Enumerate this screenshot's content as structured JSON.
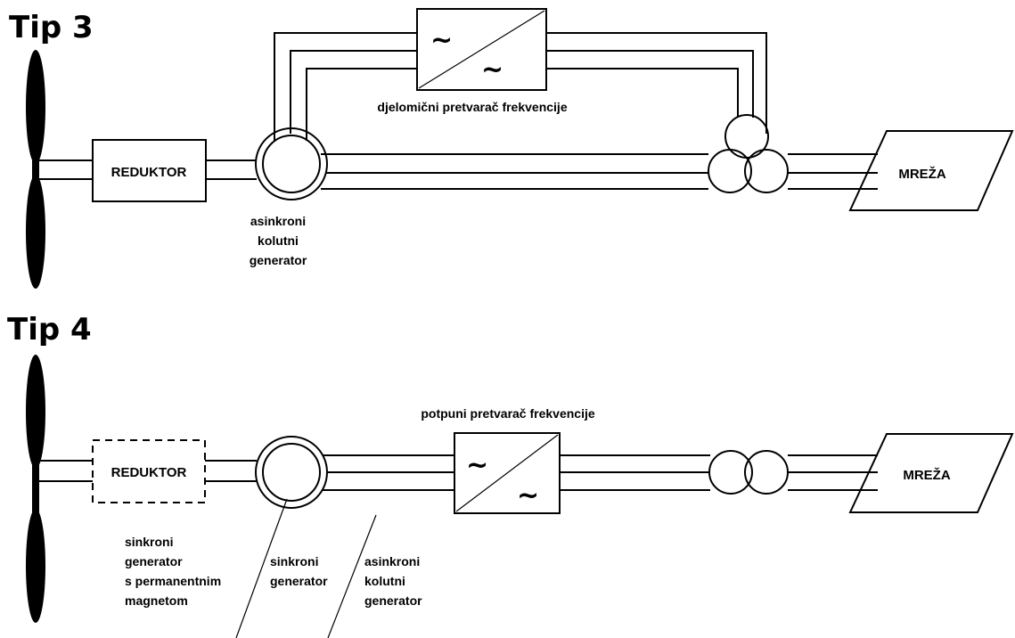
{
  "tip3": {
    "title": "Tip 3",
    "gearbox_label": "REDUKTOR",
    "converter_label": "djelomični pretvarač frekvencije",
    "converter_symbol_top": "~",
    "converter_symbol_bottom": "~",
    "generator_label_1": "asinkroni",
    "generator_label_2": "kolutni",
    "generator_label_3": "generator",
    "grid_label": "MREŽA"
  },
  "tip4": {
    "title": "Tip 4",
    "gearbox_label": "REDUKTOR",
    "converter_label": "potpuni pretvarač frekvencije",
    "converter_symbol_top": "~",
    "converter_symbol_bottom": "~",
    "grid_label": "MREŽA",
    "option1_line1": "sinkroni",
    "option1_line2": "generator",
    "option1_line3": "s permanentnim",
    "option1_line4": "magnetom",
    "option2_line1": "sinkroni",
    "option2_line2": "generator",
    "option3_line1": "asinkroni",
    "option3_line2": "kolutni",
    "option3_line3": "generator"
  },
  "colors": {
    "line": "#000000",
    "background": "#ffffff"
  }
}
